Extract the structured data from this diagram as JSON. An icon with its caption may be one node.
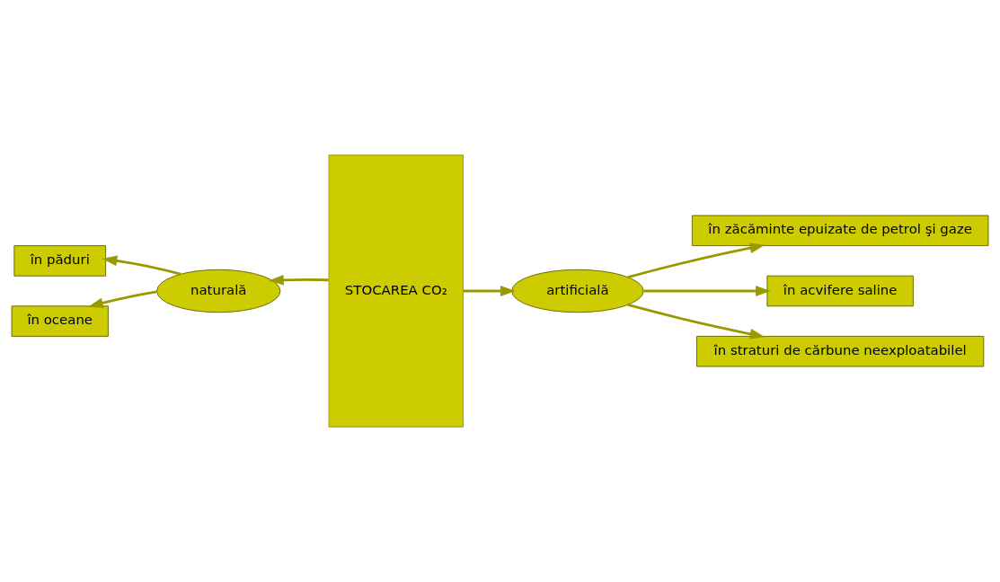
{
  "diagram": {
    "nodes": [
      {
        "text": [
          "STOCAREA CO₂"
        ]
      },
      {
        "text": [
          "naturală"
        ]
      },
      {
        "text": [
          "artificială"
        ]
      },
      {
        "text": [
          "în păduri"
        ]
      },
      {
        "text": [
          "în oceane"
        ]
      },
      {
        "text": [
          "în zăcăminte epuizate de petrol şi gaze"
        ]
      },
      {
        "text": [
          "în acvifere saline"
        ]
      },
      {
        "text": [
          "în straturi de cărbune neexploatabilel"
        ]
      }
    ],
    "edges": [
      {
        "from": 0,
        "to": 1,
        "arrow": "to"
      },
      {
        "from": 0,
        "to": 2,
        "arrow": "to"
      },
      {
        "from": 1,
        "to": 3,
        "arrow": "to"
      },
      {
        "from": 1,
        "to": 4,
        "arrow": "to"
      },
      {
        "from": 2,
        "to": 5,
        "arrow": "to"
      },
      {
        "from": 2,
        "to": 6,
        "arrow": "to"
      },
      {
        "from": 2,
        "to": 7,
        "arrow": "to"
      }
    ]
  }
}
